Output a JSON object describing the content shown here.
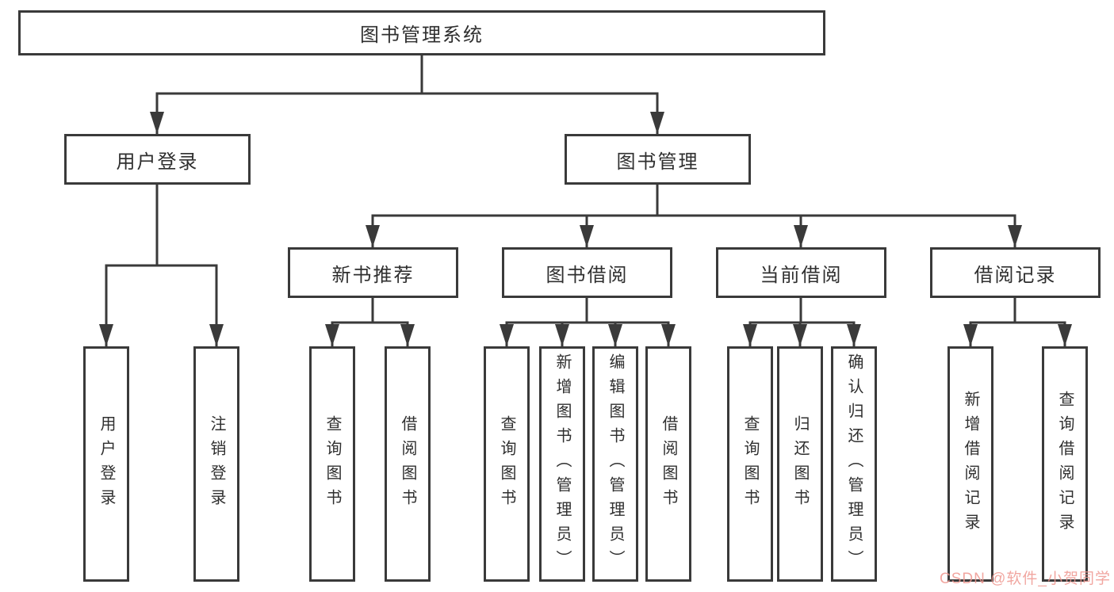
{
  "diagram": {
    "title": "图书管理系统",
    "nodes": {
      "root": "图书管理系统",
      "level2": [
        "用户登录",
        "图书管理"
      ],
      "level3": [
        "新书推荐",
        "图书借阅",
        "当前借阅",
        "借阅记录"
      ],
      "leaves": [
        "用户登录",
        "注销登录",
        "查询图书",
        "借阅图书",
        "查询图书",
        "新增图书（管理员）",
        "编辑图书（管理员）",
        "借阅图书",
        "查询图书",
        "归还图书",
        "确认归还（管理员）",
        "新增借阅记录",
        "查询借阅记录"
      ]
    },
    "hierarchy": {
      "图书管理系统": [
        "用户登录",
        "图书管理"
      ],
      "用户登录": [
        "用户登录",
        "注销登录"
      ],
      "图书管理": [
        "新书推荐",
        "图书借阅",
        "当前借阅",
        "借阅记录"
      ],
      "新书推荐": [
        "查询图书",
        "借阅图书"
      ],
      "图书借阅": [
        "查询图书",
        "新增图书（管理员）",
        "编辑图书（管理员）",
        "借阅图书"
      ],
      "当前借阅": [
        "查询图书",
        "归还图书",
        "确认归还（管理员）"
      ],
      "借阅记录": [
        "新增借阅记录",
        "查询借阅记录"
      ]
    },
    "colors": {
      "line": "#3a3a3a",
      "box_border": "#3a3a3a",
      "box_fill": "#ffffff",
      "text": "#2f2f2f",
      "background": "#ffffff"
    }
  },
  "watermark": {
    "text": "CSDN @软件_小贺同学",
    "color": "#ee968f"
  }
}
